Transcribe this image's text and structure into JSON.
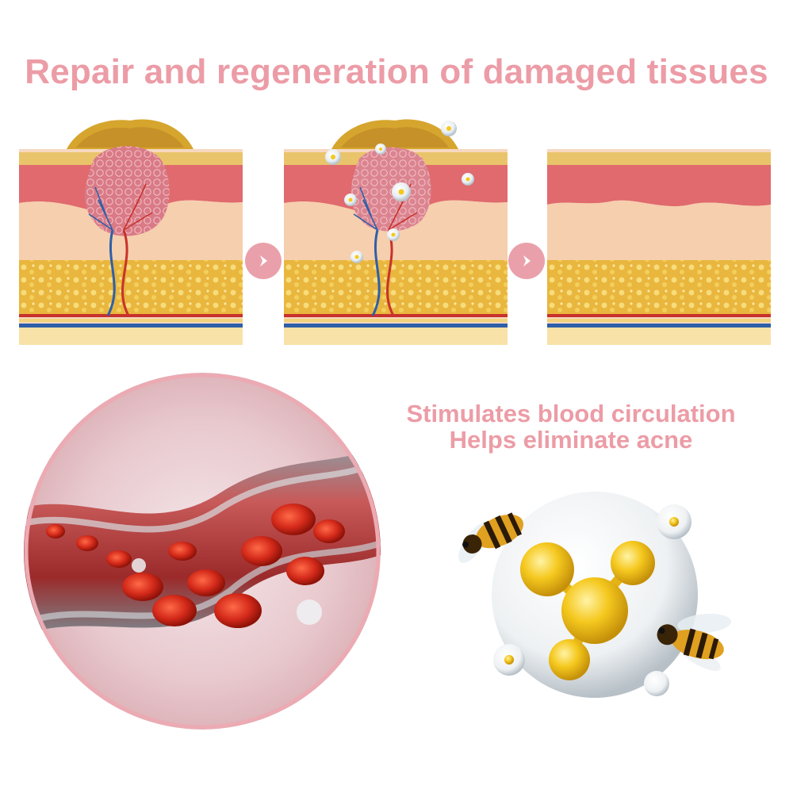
{
  "title": "Repair and regeneration of damaged tissues",
  "claims": {
    "line1": "Stimulates blood circulation",
    "line2": "Helps eliminate acne"
  },
  "colors": {
    "title_pink": "#ec9ca6",
    "arrow_pink": "#eaa0aa",
    "skin_red": "#e06a6e",
    "skin_peach": "#f6cfae",
    "fat_gold": "#e6b43a",
    "scab_gold": "#d6a52e",
    "vein_blue": "#2f5fa8",
    "artery_red": "#c8322c",
    "blood_cell_red": "#d42a1a",
    "molecule_yellow": "#f5c81e"
  },
  "icons": {
    "arrow_1": "chevron-right-icon",
    "arrow_2": "chevron-right-icon",
    "bee_1": "bee-icon",
    "bee_2": "bee-icon"
  }
}
